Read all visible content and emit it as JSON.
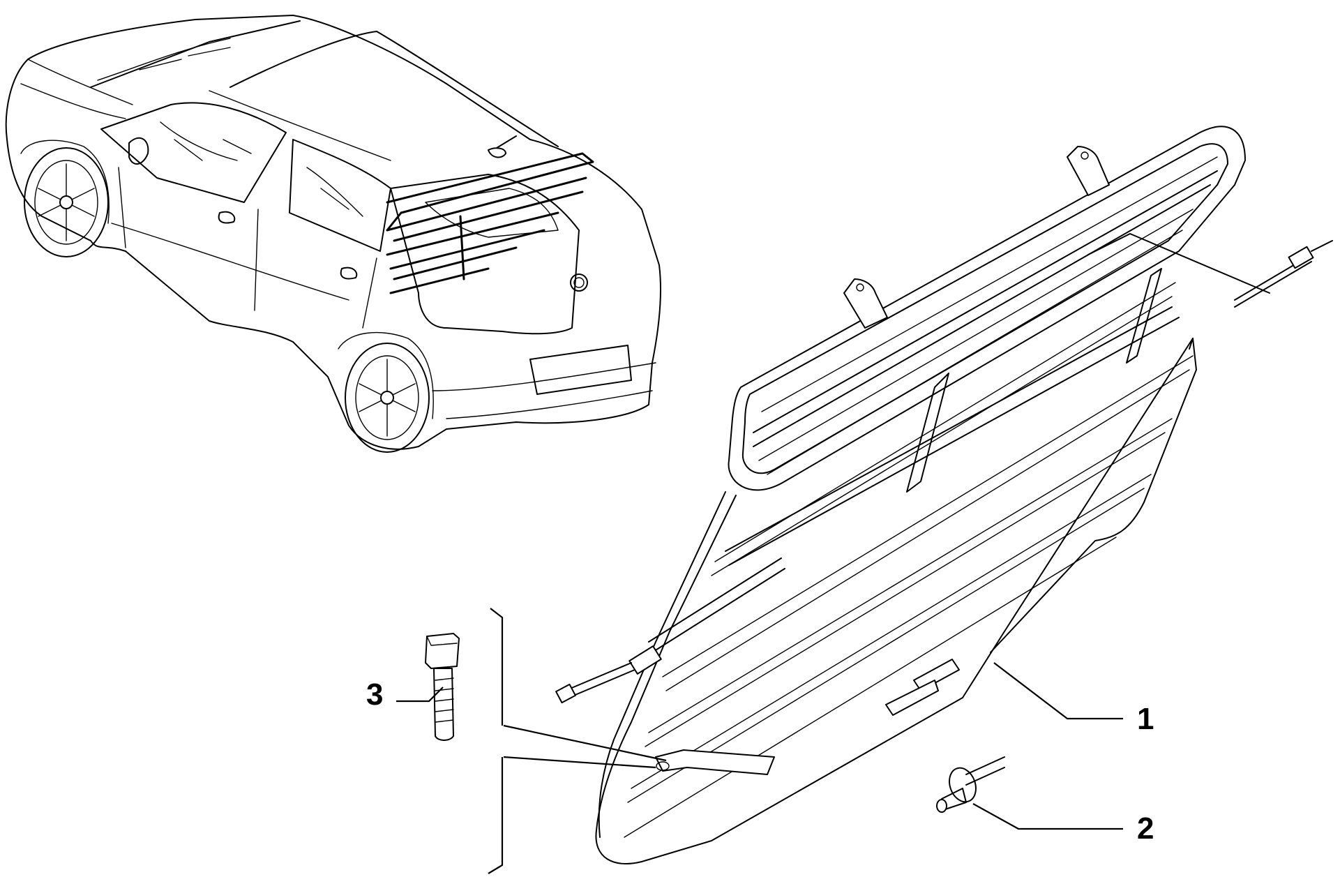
{
  "callouts": [
    {
      "number": "1",
      "part": "rear-window-blind"
    },
    {
      "number": "2",
      "part": "push-rivet-clip"
    },
    {
      "number": "3",
      "part": "bolt"
    }
  ],
  "colors": {
    "line": "#000000",
    "background": "#ffffff"
  }
}
